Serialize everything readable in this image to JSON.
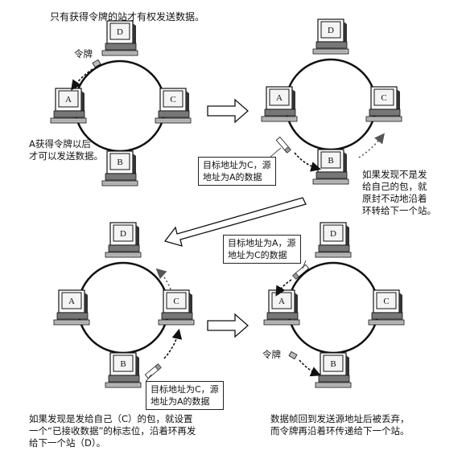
{
  "title": "只有获得令牌的站才有权发送数据。",
  "stations": [
    "A",
    "B",
    "C",
    "D"
  ],
  "panel1": {
    "token_label": "令牌",
    "note_line1": "A获得令牌以后",
    "note_line2": "才可以发送数据。"
  },
  "panel2": {
    "callout_line1": "目标地址为C，源",
    "callout_line2": "地址为A的数据",
    "note_line1": "如果发现不是发",
    "note_line2": "给自己的包，就",
    "note_line3": "原封不动地沿着",
    "note_line4": "环转给下一个站。"
  },
  "panel3": {
    "callout_line1": "目标地址为C，源",
    "callout_line2": "地址为A的数据",
    "note_line1": "如果发现是发给自己（C）的包，就设置",
    "note_line2": "一个“已接收数据”的标志位，沿着环再发",
    "note_line3": "给下一个站（D）。"
  },
  "panel4": {
    "callout_line1": "目标地址为A，源",
    "callout_line2": "地址为C的数据",
    "token_label": "令牌",
    "note_line1": "数据帧回到发送源地址后被丢弃，",
    "note_line2": "而令牌再沿着环传递给下一个站。"
  }
}
